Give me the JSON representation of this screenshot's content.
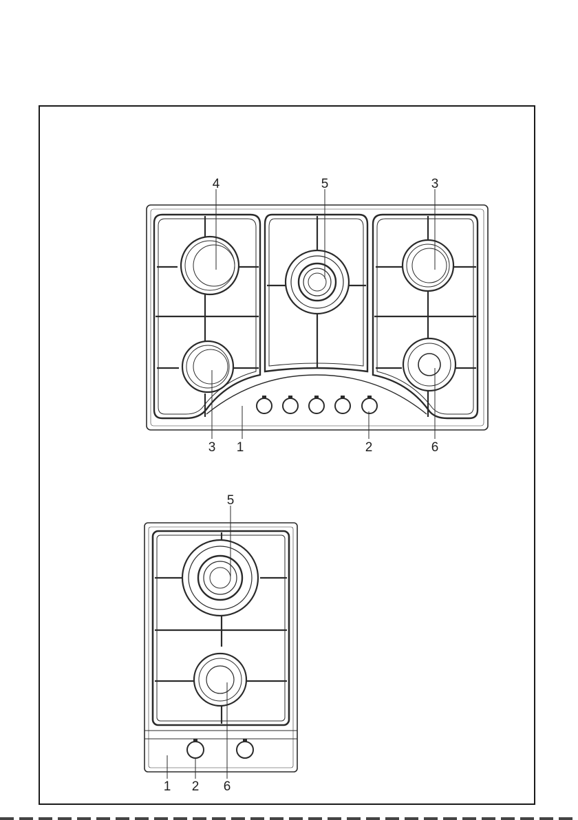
{
  "diagram": {
    "hob_5_burner": {
      "callouts_top": [
        "4",
        "5",
        "3"
      ],
      "callouts_bottom": [
        "3",
        "1",
        "2",
        "6"
      ],
      "knob_count": 5
    },
    "hob_2_burner": {
      "callouts_top": [
        "5"
      ],
      "callouts_bottom": [
        "1",
        "2",
        "6"
      ],
      "knob_count": 2
    }
  },
  "colors": {
    "line": "#2a2a2a",
    "frame": "#1a1a1a",
    "background": "#ffffff"
  }
}
